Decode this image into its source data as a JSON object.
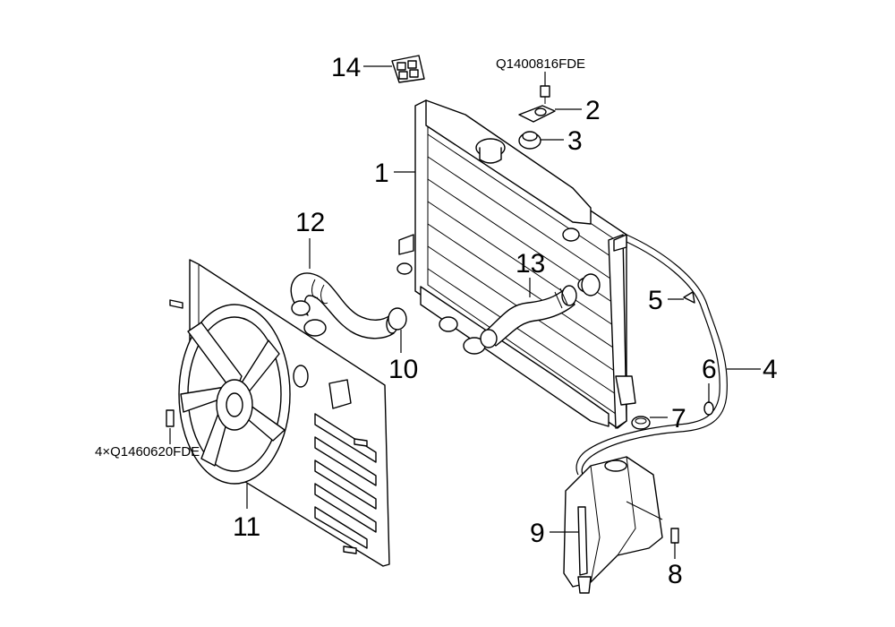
{
  "callouts": {
    "c1": "1",
    "c2": "2",
    "c3": "3",
    "c4": "4",
    "c5": "5",
    "c6": "6",
    "c7": "7",
    "c8": "8",
    "c9": "9",
    "c10": "10",
    "c11": "11",
    "c12": "12",
    "c13": "13",
    "c14": "14"
  },
  "part_codes": {
    "bolt_top": "Q1400816FDE",
    "bolt_fan": "4×Q1460620FDE"
  }
}
